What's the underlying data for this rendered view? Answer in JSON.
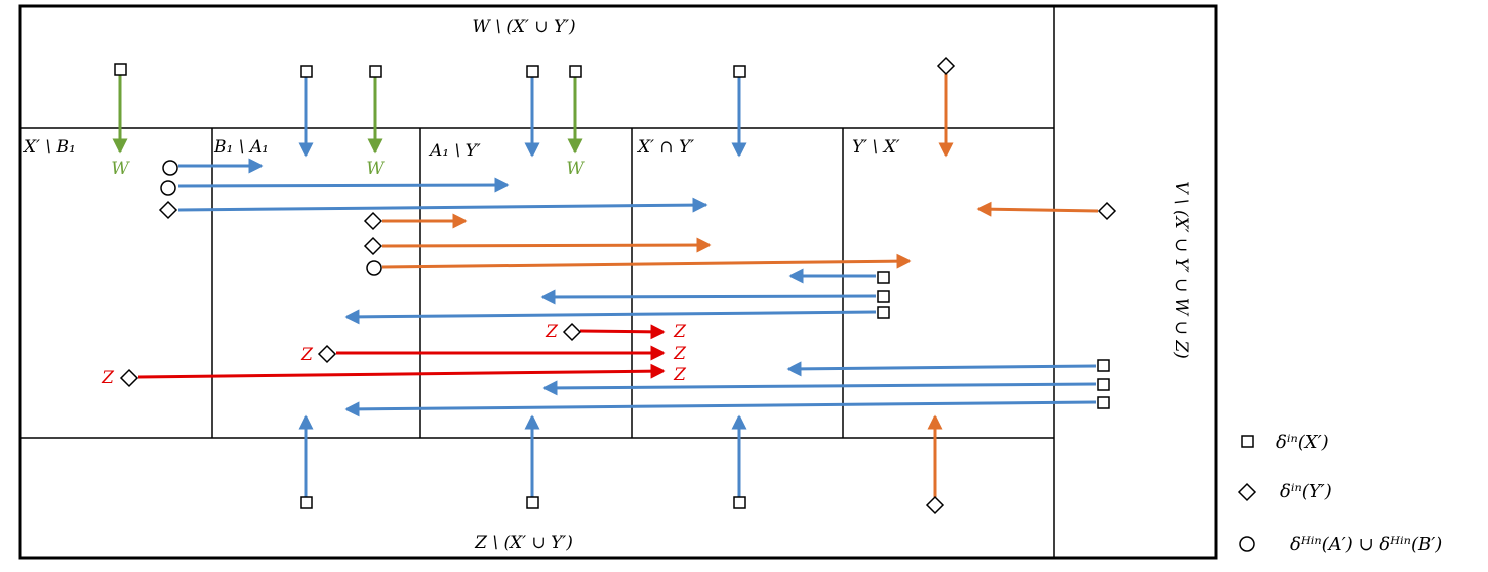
{
  "colors": {
    "blue": "#4a86c8",
    "orange": "#e0702c",
    "green": "#6ea23a",
    "red": "#e00000",
    "black": "#000000"
  },
  "regions": {
    "top": "W \\ (X′ ∪ Y′)",
    "bottom": "Z \\ (X′ ∪ Y′)",
    "right": "V \\ (X′ ∪ Y′ ∪ W ∪ Z)",
    "columns": [
      "X′ \\ B₁",
      "B₁ \\ A₁",
      "A₁ \\ Y′",
      "X′ ∩ Y′",
      "Y′ \\ X′"
    ]
  },
  "marker_labels": {
    "w": "W",
    "z": "Z"
  },
  "legend": [
    {
      "symbol": "square-icon",
      "label": "δⁱⁿ(X′)"
    },
    {
      "symbol": "diamond-icon",
      "label": "δⁱⁿ(Y′)"
    },
    {
      "symbol": "circle-icon",
      "label": "δᴴⁱⁿ(A′) ∪ δᴴⁱⁿ(B′)"
    }
  ]
}
